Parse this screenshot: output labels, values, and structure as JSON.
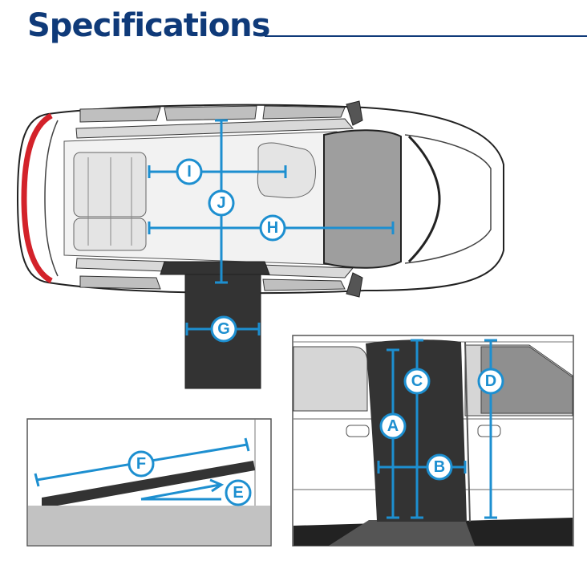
{
  "header": {
    "title": "Specifications"
  },
  "dimensions": {
    "A": "A",
    "B": "B",
    "C": "C",
    "D": "D",
    "E": "E",
    "F": "F",
    "G": "G",
    "H": "H",
    "I": "I",
    "J": "J"
  },
  "colors": {
    "title": "#0f3a79",
    "dimension": "#1d8fd0",
    "ramp": "#333333",
    "brake_light": "#d3222a"
  }
}
